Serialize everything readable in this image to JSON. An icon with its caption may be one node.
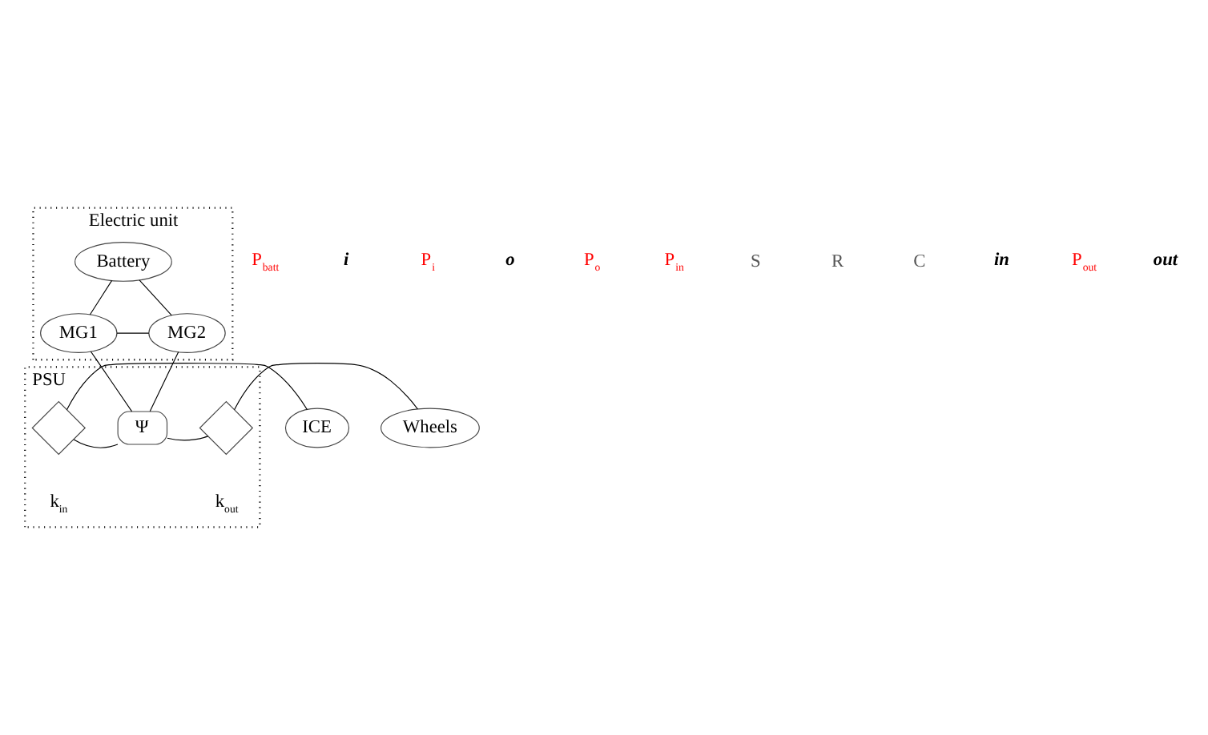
{
  "diagram": {
    "nodes": [
      {
        "text": [
          "Electric unit"
        ]
      },
      {
        "text": [
          "Battery"
        ],
        "in": 0
      },
      {
        "text": [
          "MG1"
        ],
        "in": 0
      },
      {
        "text": [
          "MG2"
        ],
        "in": 0
      },
      {
        "text": [
          "PSU"
        ]
      },
      {
        "text": [],
        "shape": "diamond",
        "in": 4,
        "beside": [
          "k$_{in}$"
        ]
      },
      {
        "text": [
          "Ψ"
        ],
        "in": 4
      },
      {
        "text": [],
        "shape": "diamond",
        "in": 4,
        "beside": [
          "k$_{out}$"
        ]
      },
      {
        "text": [
          "ICE"
        ]
      },
      {
        "text": [
          "Wheels"
        ]
      }
    ],
    "edges": [
      {
        "from": 1,
        "to": 2,
        "arrow": "none"
      },
      {
        "from": 1,
        "to": 3,
        "arrow": "none"
      },
      {
        "from": 2,
        "to": 3,
        "arrow": "none"
      },
      {
        "from": 8,
        "to": 5,
        "arrow": "none"
      },
      {
        "from": 5,
        "to": 6,
        "arrow": "none"
      },
      {
        "from": 2,
        "to": 6,
        "arrow": "none"
      },
      {
        "from": 3,
        "to": 6,
        "arrow": "none"
      },
      {
        "from": 6,
        "to": 7,
        "arrow": "none"
      },
      {
        "from": 7,
        "to": 9,
        "arrow": "none"
      }
    ],
    "labels": [
      "P$_{batt}$",
      "i",
      "P$_{i}$",
      "o",
      "P$_{o}$",
      "P$_{in}$",
      "S",
      "R",
      "C",
      "in",
      "P$_{out}$",
      "out"
    ]
  }
}
